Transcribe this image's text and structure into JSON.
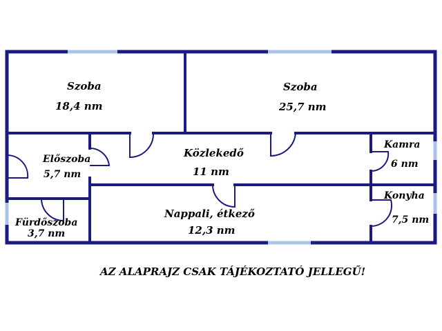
{
  "colors": {
    "wall": "#1a1a80",
    "window": "#a9c4e4",
    "door": "#1a1a80",
    "background": "#ffffff",
    "text": "#000000"
  },
  "rooms": {
    "szoba_left": {
      "name": "Szoba",
      "area": "18,4 nm"
    },
    "szoba_right": {
      "name": "Szoba",
      "area": "25,7 nm"
    },
    "eloszoba": {
      "name": "Előszoba",
      "area": "5,7 nm"
    },
    "kozlekedo": {
      "name": "Közlekedő",
      "area": "11 nm"
    },
    "kamra": {
      "name": "Kamra",
      "area": "6 nm"
    },
    "furdoszoba": {
      "name": "Fürdőszoba",
      "area": "3,7 nm"
    },
    "nappali": {
      "name": "Nappali, étkező",
      "area": "12,3 nm"
    },
    "konyha": {
      "name": "Konyha",
      "area": "7,5 nm"
    }
  },
  "disclaimer": "AZ ALAPRAJZ CSAK TÁJÉKOZTATÓ JELLEGŰ!"
}
